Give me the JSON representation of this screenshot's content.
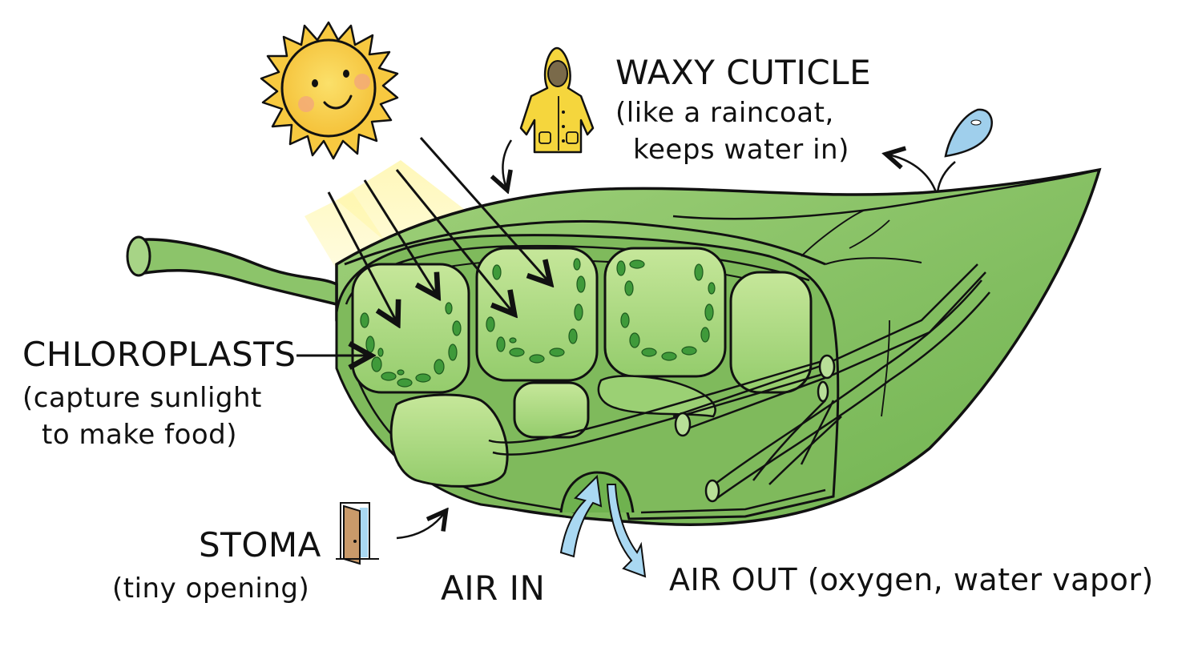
{
  "diagram": {
    "subject": "Leaf cross-section",
    "labels": {
      "waxy_cuticle": {
        "title": "WAXY CUTICLE",
        "line1": "(like a raincoat,",
        "line2": "keeps water in)"
      },
      "chloroplasts": {
        "title": "CHLOROPLASTS",
        "line1": "(capture sunlight",
        "line2": "to make food)"
      },
      "stoma": {
        "title": "STOMA",
        "line1": "(tiny opening)"
      },
      "air_in": {
        "title": "AIR IN"
      },
      "air_out": {
        "title": "AIR OUT (oxygen, water vapor)"
      }
    },
    "icons": [
      "sun-icon",
      "raincoat-icon",
      "water-drop-icon",
      "door-icon"
    ],
    "colors": {
      "leaf": "#8cc46a",
      "leaf_dark": "#5fa544",
      "cell": "#a6d67e",
      "chloroplast": "#3f9a3a",
      "sun": "#f7c940",
      "sunbeam": "#fbef9a",
      "air_arrow": "#a9d8f2",
      "raincoat": "#f5d63d",
      "door": "#c99a6a",
      "outline": "#111111"
    }
  }
}
